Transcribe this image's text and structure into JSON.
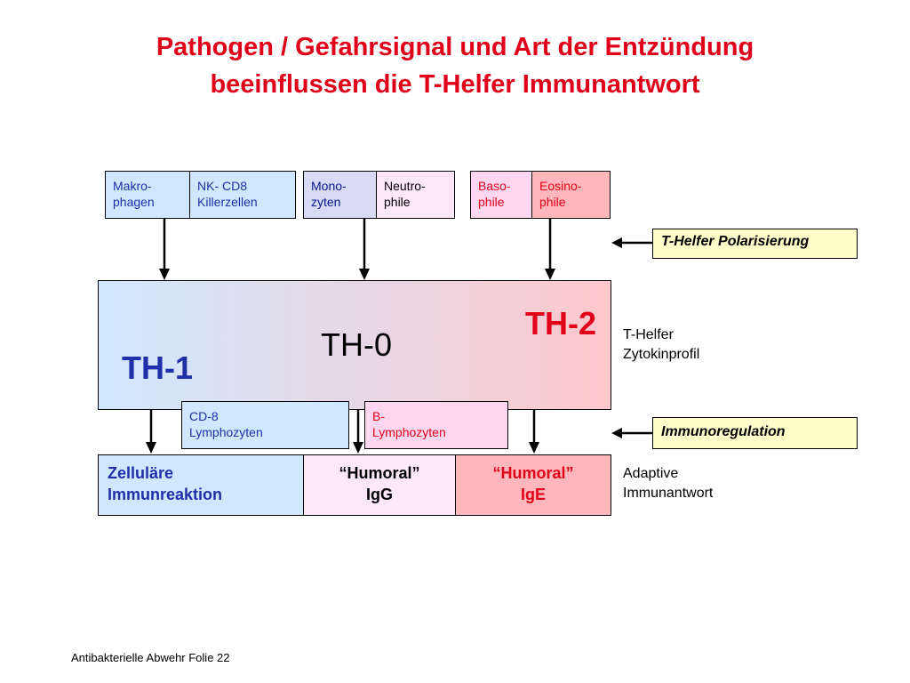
{
  "title": {
    "line1": "Pathogen / Gefahrsignal und Art der Entzündung",
    "line2": "beeinflussen die T-Helfer Immunantwort"
  },
  "cells": {
    "makrophagen": [
      "Makro-",
      "phagen"
    ],
    "nk": [
      "NK- CD8",
      "Killerzellen"
    ],
    "monozyten": [
      "Mono-",
      "zyten"
    ],
    "neutrophile": [
      "Neutro-",
      "phile"
    ],
    "basophile": [
      "Baso-",
      "phile"
    ],
    "eosinophile": [
      "Eosino-",
      "phile"
    ]
  },
  "notes": {
    "polarisierung": "T-Helfer Polarisierung",
    "immunoregulation": "Immunoregulation"
  },
  "th": {
    "th0": "TH-0",
    "th1": "TH-1",
    "th2": "TH-2"
  },
  "zytokin": [
    "T-Helfer",
    "Zytokinprofil"
  ],
  "lymphozyten": {
    "cd8": [
      "CD-8",
      "Lymphozyten"
    ],
    "b": [
      "B-",
      "Lymphozyten"
    ]
  },
  "outcomes": {
    "zellulaer": [
      "Zelluläre",
      "Immunreaktion"
    ],
    "humoral_igg": [
      "“Humoral”",
      "IgG"
    ],
    "humoral_ige": [
      "“Humoral”",
      "IgE"
    ]
  },
  "adaptive": [
    "Adaptive",
    "Immunantwort"
  ],
  "footer": "Antibakterielle Abwehr Folie 22",
  "colors": {
    "title_red": "#e0001a",
    "th1_blue": "#1f2fa8",
    "light_blue": "#cfe8ff",
    "light_pink": "#fde8f8",
    "light_red": "#ffb7bc",
    "note_yellow": "#ffffcc"
  }
}
